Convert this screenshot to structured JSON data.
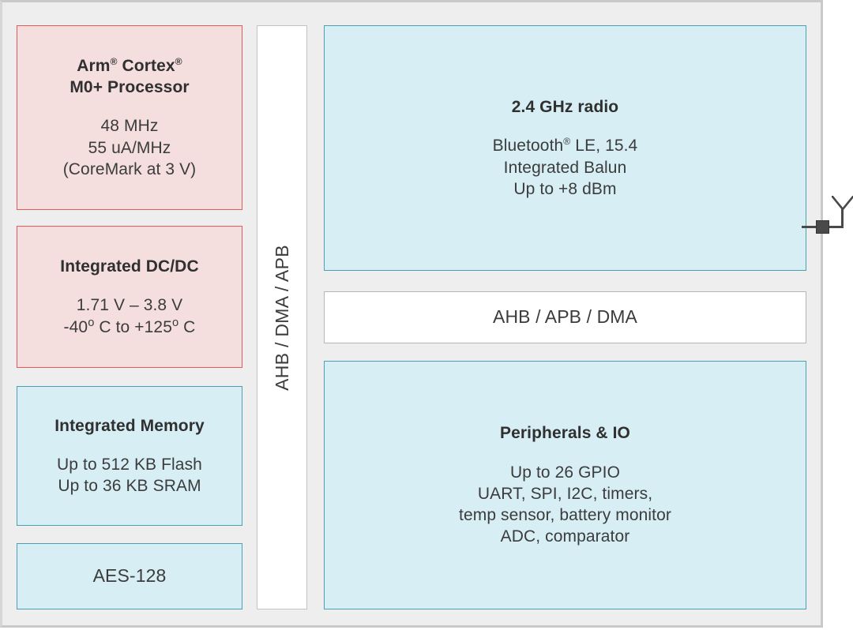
{
  "diagram": {
    "name": "Wireless SoC block diagram",
    "colors": {
      "panel_background": "#eeeeee",
      "panel_border": "#c9c9c9",
      "pink_fill": "#f4dede",
      "pink_border": "#e05c5c",
      "blue_fill": "#d6eef4",
      "blue_border": "#4d9fb3",
      "white_fill": "#ffffff",
      "white_border": "#b5b5b5",
      "trace": "#4a4a4a",
      "text": "#3c3c3c"
    }
  },
  "left_column": {
    "processor": {
      "title_pre_reg1": "Arm",
      "title_mid": " Cortex",
      "title_line2": "M0+ Processor",
      "reg": "®",
      "lines": [
        "48 MHz",
        "55 uA/MHz",
        "(CoreMark at 3 V)"
      ]
    },
    "dcdc": {
      "title": "Integrated DC/DC",
      "line1": "1.71 V – 3.8 V",
      "line2_a": "-40",
      "line2_deg": "o",
      "line2_b": " C to +125",
      "line2_c": " C"
    },
    "memory": {
      "title": "Integrated Memory",
      "lines": [
        "Up to 512 KB Flash",
        "Up to 36 KB SRAM"
      ]
    },
    "aes": {
      "label": "AES-128"
    }
  },
  "bus_column": {
    "label": "AHB / DMA / APB"
  },
  "right_column": {
    "radio": {
      "title": "2.4 GHz radio",
      "line1_a": "Bluetooth",
      "line1_reg": "®",
      "line1_b": " LE, 15.4",
      "line2": "Integrated Balun",
      "line3": "Up to +8 dBm"
    },
    "ahb_bus": {
      "label": "AHB / APB / DMA"
    },
    "peripherals": {
      "title": "Peripherals & IO",
      "lines": [
        "Up to 26 GPIO",
        "UART, SPI, I2C, timers,",
        "temp sensor, battery monitor",
        "ADC, comparator"
      ]
    }
  },
  "antenna": {
    "pad_name": "rf-antenna-pad",
    "symbol_name": "antenna-symbol"
  }
}
